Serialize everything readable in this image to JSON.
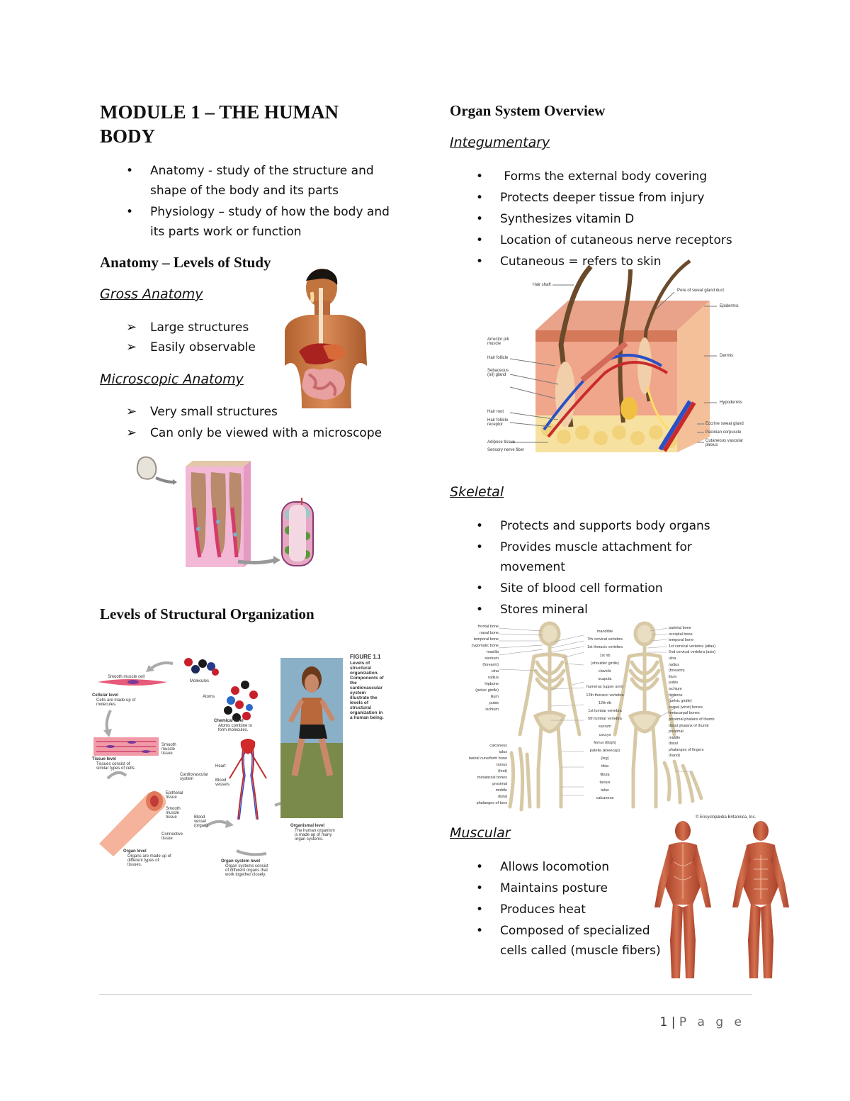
{
  "left": {
    "title": "MODULE 1 – THE HUMAN BODY",
    "intro_bullets": [
      "Anatomy - study of the structure and shape of the body and its parts",
      "Physiology – study of how the body and its parts work or function"
    ],
    "levels_heading": "Anatomy – Levels of Study",
    "gross": {
      "heading": "Gross Anatomy",
      "items": [
        "Large structures",
        "Easily observable"
      ]
    },
    "micro": {
      "heading": "Microscopic Anatomy",
      "items": [
        "Very small structures",
        "Can only be viewed with a microscope"
      ]
    },
    "structural_heading": "Levels of Structural Organization",
    "figure": {
      "title": "FIGURE 1.1",
      "caption": "Levels of structural organization. Components of the cardiovascular system illustrate the levels of structural organization in a human being.",
      "labels": {
        "smooth_muscle_cell": "Smooth muscle cell",
        "molecules": "Molecules",
        "atoms": "Atoms",
        "cellular": "Cellular level",
        "cellular_desc": "Cells are made up of molecules.",
        "chemical": "Chemical level",
        "chemical_desc": "Atoms combine to form molecules.",
        "tissue": "Tissue level",
        "tissue_desc": "Tissues consist of similar types of cells.",
        "smooth_muscle_tissue": "Smooth muscle tissue",
        "heart": "Heart",
        "blood_vessels": "Blood vessels",
        "cardiovascular": "Cardiovascular system",
        "epithelial": "Epithelial tissue",
        "smooth_muscle_tissue2": "Smooth muscle tissue",
        "connective": "Connective tissue",
        "blood_vessel_organ": "Blood vessel (organ)",
        "organ": "Organ level",
        "organ_desc": "Organs are made up of different types of tissues.",
        "organ_system": "Organ system level",
        "organ_system_desc": "Organ systems consist of different organs that work together closely.",
        "organismal": "Organismal level",
        "organismal_desc": "The human organism is made up of many organ systems."
      }
    }
  },
  "right": {
    "overview_heading": "Organ System Overview",
    "integumentary": {
      "heading": "Integumentary",
      "items": [
        "Forms the external body covering",
        "Protects deeper tissue from injury",
        "Synthesizes vitamin D",
        "Location of cutaneous nerve receptors",
        "Cutaneous = refers to skin"
      ],
      "labels": {
        "hair_shaft": "Hair shaft",
        "pore": "Pore of sweat gland duct",
        "epidermis": "Epidermis",
        "arrector": "Arrector pili muscle",
        "hair_follicle": "Hair follicle",
        "sebaceous": "Sebaceous (oil) gland",
        "dermis": "Dermis",
        "hypodermis": "Hypodermis",
        "hair_root": "Hair root",
        "receptor": "Hair follicle receptor",
        "eccrine": "Eccrine sweat gland",
        "pacinian": "Pacinian corpuscle",
        "adipose": "Adipose tissue",
        "cutaneous_plexus": "Cutaneous vascular plexus",
        "sensory": "Sensory nerve fiber"
      }
    },
    "skeletal": {
      "heading": "Skeletal",
      "items": [
        "Protects and supports body organs",
        "Provides muscle attachment for movement",
        "Site of blood cell formation",
        "Stores mineral"
      ],
      "credit": "© Encyclopædia Britannica, Inc.",
      "labels_left": [
        "frontal bone",
        "nasal bone",
        "temporal bone",
        "zygomatic bone",
        "maxilla",
        "sternum",
        "(forearm)",
        "ulna",
        "radius",
        "hipbone",
        "(pelvic girdle)",
        "ilium",
        "pubis",
        "ischium"
      ],
      "labels_mid": [
        "mandible",
        "7th cervical vertebra",
        "1st thoracic vertebra",
        "1st rib",
        "(shoulder girdle)",
        "clavicle",
        "scapula",
        "humerus (upper arm)",
        "12th thoracic vertebra",
        "12th rib",
        "1st lumbar vertebra",
        "5th lumbar vertebra",
        "sacrum",
        "coccyx",
        "femur (thigh)",
        "patella (kneecap)",
        "(leg)",
        "tibia",
        "fibula",
        "tarsus",
        "talus",
        "calcaneus"
      ],
      "labels_right": [
        "parietal bone",
        "occipital bone",
        "temporal bone",
        "1st cervical vertebra (atlas)",
        "2nd cervical vertebra (axis)",
        "ulna",
        "radius",
        "(forearm)",
        "ilium",
        "pubis",
        "ischium",
        "hipbone",
        "(pelvic girdle)",
        "carpal (wrist) bones",
        "metacarpal bones",
        "proximal phalanx of thumb",
        "distal phalanx of thumb",
        "proximal",
        "middle",
        "distal",
        "phalanges of fingers",
        "(hand)"
      ],
      "labels_foot": [
        "calcaneus",
        "talus",
        "lateral cuneiform bone",
        "tarsus",
        "(foot)",
        "metatarsal bones",
        "proximal",
        "middle",
        "distal",
        "phalanges of toes"
      ]
    },
    "muscular": {
      "heading": "Muscular",
      "items": [
        "Allows locomotion",
        "Maintains posture",
        "Produces heat",
        "Composed of specialized cells called (muscle fibers)"
      ]
    }
  },
  "footer": {
    "page_number": "1",
    "separator": "|",
    "page_word": "P a g e"
  }
}
